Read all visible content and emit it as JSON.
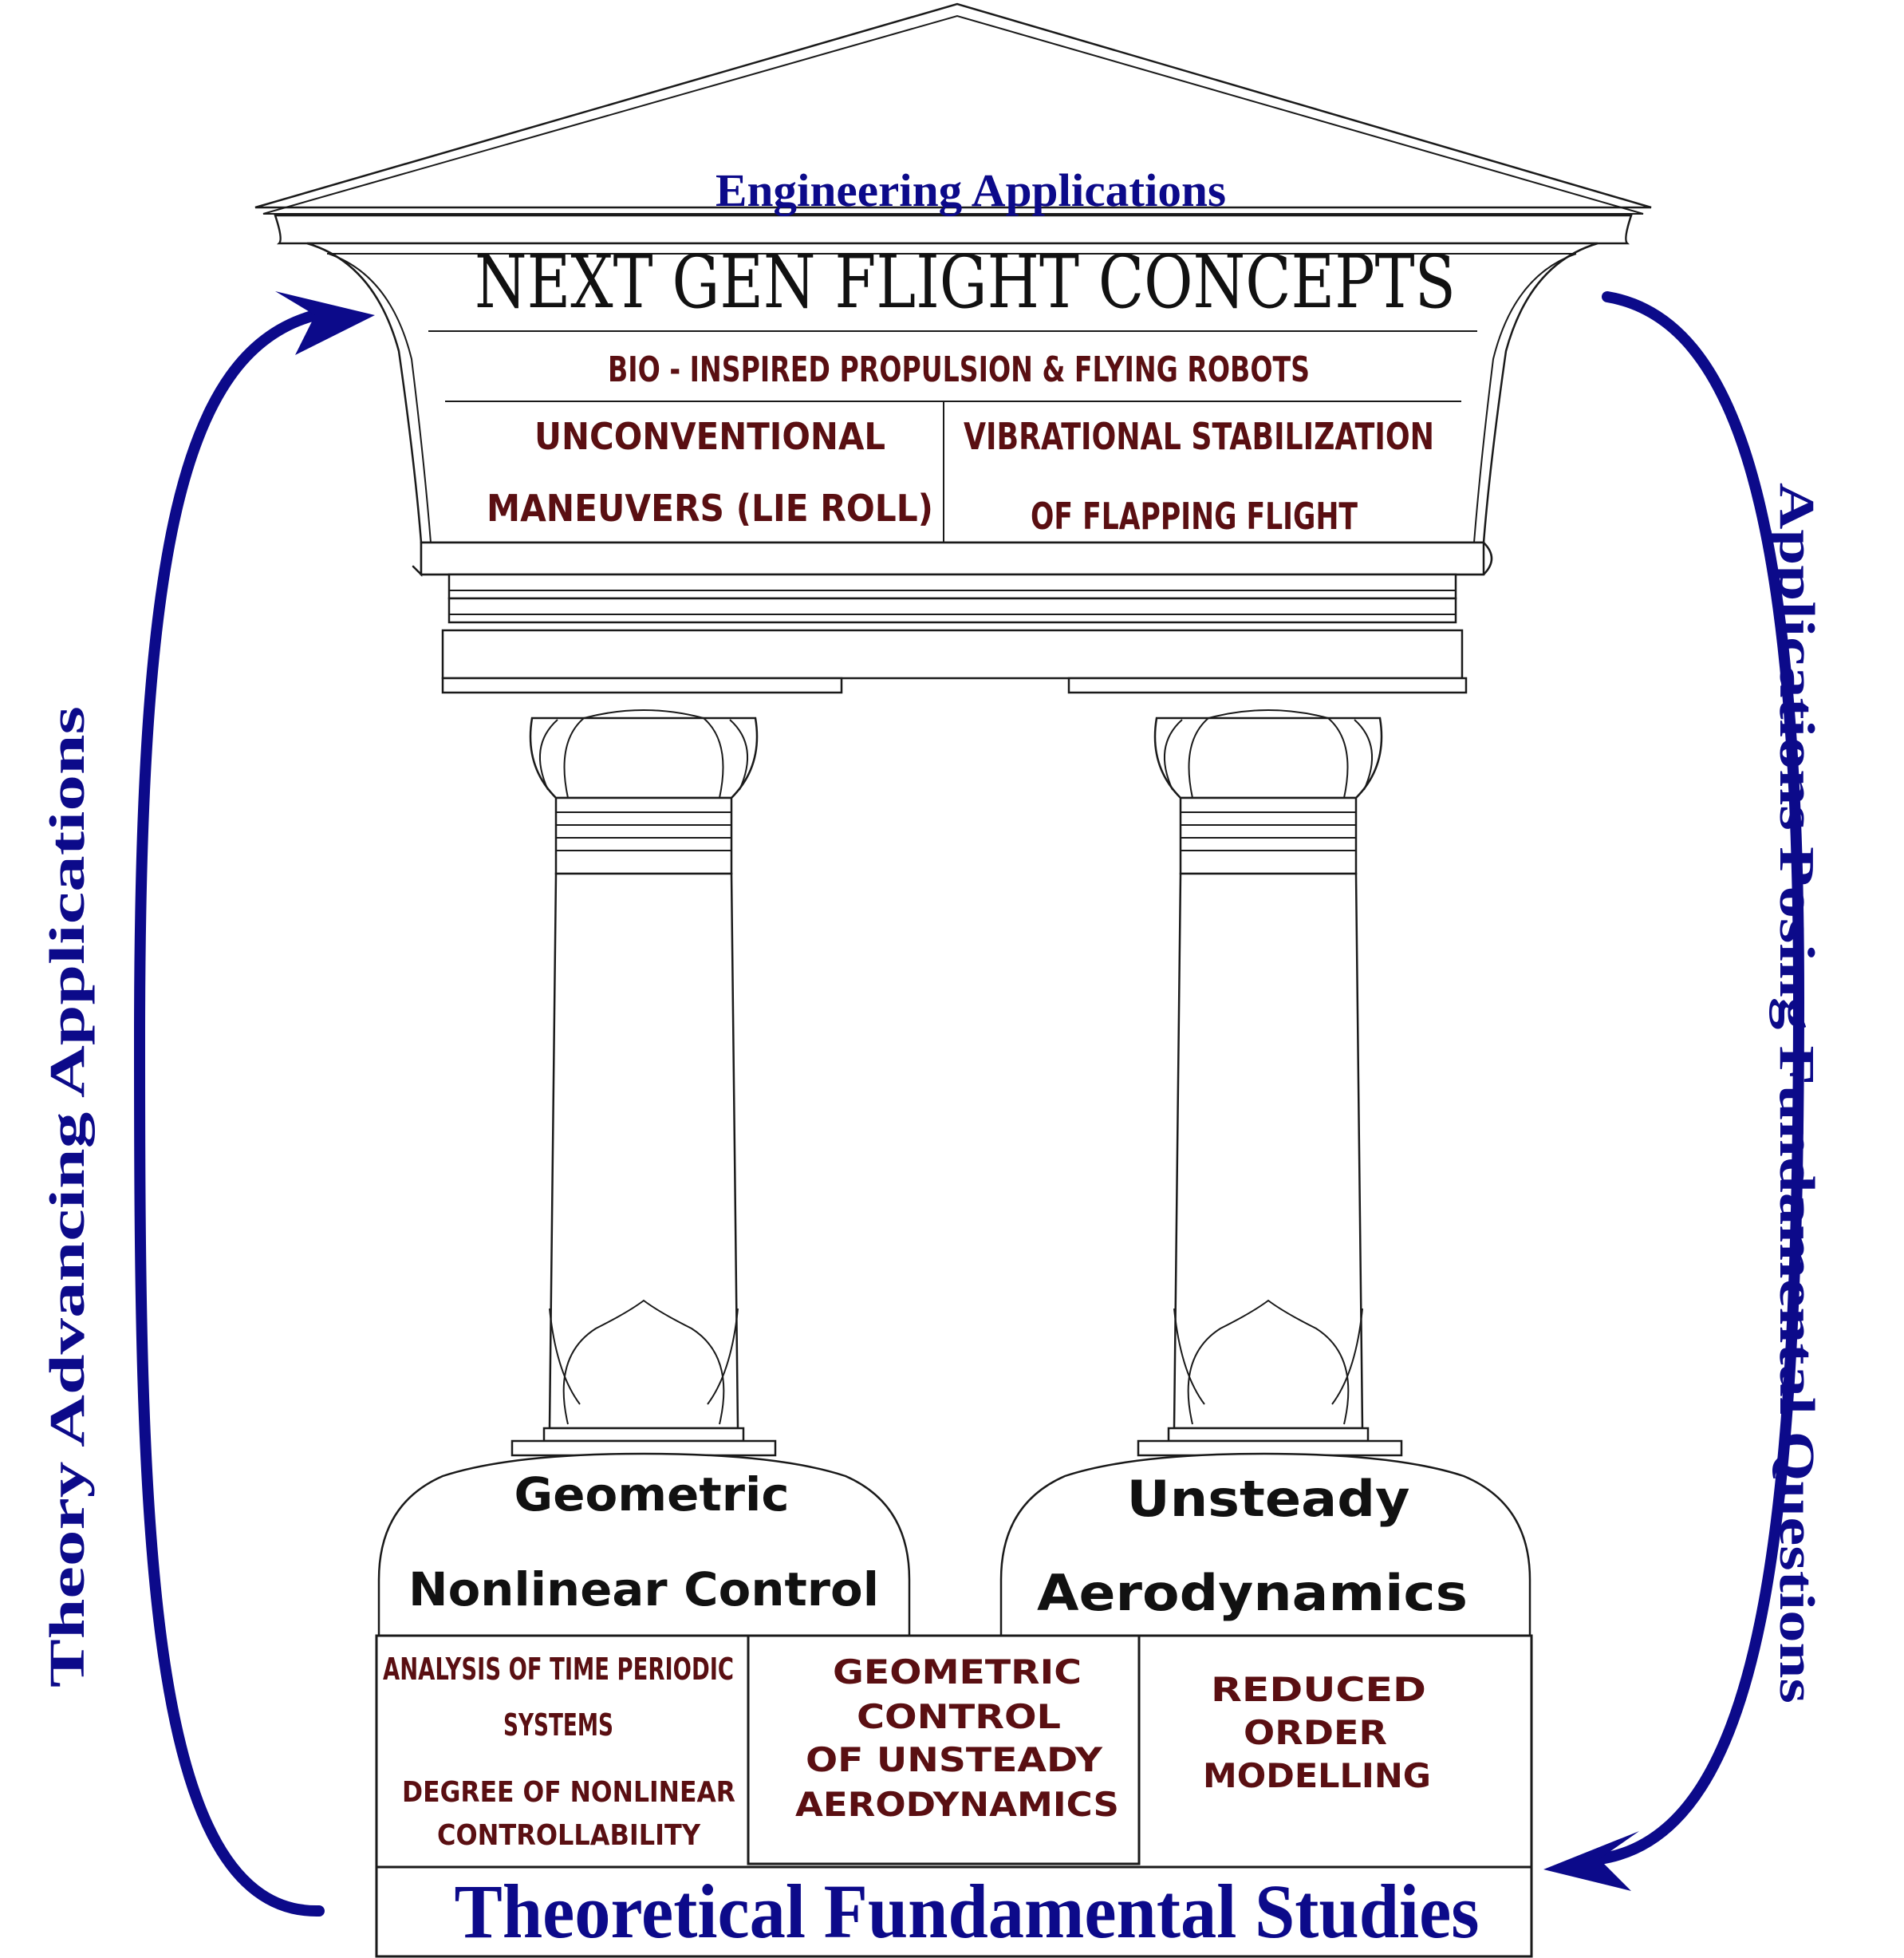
{
  "colors": {
    "blue": "#0c0a8a",
    "maroon": "#5a0f12",
    "black": "#111111",
    "line": "#1a1a1a"
  },
  "roof": {
    "subtitle": "Engineering Applications",
    "title": "NEXT GEN FLIGHT CONCEPTS",
    "row1": "BIO - INSPIRED PROPULSION & FLYING ROBOTS",
    "left_cell": {
      "line1": "UNCONVENTIONAL",
      "line2": "MANEUVERS  (LIE ROLL)"
    },
    "right_cell": {
      "line1": "VIBRATIONAL STABILIZATION",
      "line2": "OF FLAPPING FLIGHT"
    }
  },
  "bases": {
    "left": {
      "line1": "Geometric",
      "line2": "Nonlinear Control"
    },
    "right": {
      "line1": "Unsteady",
      "line2": "Aerodynamics"
    }
  },
  "foundation": {
    "left": {
      "top1": "ANALYSIS OF TIME PERIODIC",
      "top2": "SYSTEMS",
      "bottom1": "DEGREE OF NONLINEAR",
      "bottom2": "CONTROLLABILITY"
    },
    "middle": {
      "line1": "GEOMETRIC",
      "line2": "CONTROL",
      "line3": "OF UNSTEADY",
      "line4": "AERODYNAMICS"
    },
    "right": {
      "line1": "REDUCED",
      "line2": "ORDER",
      "line3": "MODELLING"
    },
    "title": "Theoretical Fundamental Studies"
  },
  "arrows": {
    "left_label": "Theory Advancing Applications",
    "right_label": "Applications Posing Fundamental Questions"
  },
  "icons": {
    "left": "curved-up-arrow-icon",
    "right": "curved-down-arrow-icon"
  }
}
